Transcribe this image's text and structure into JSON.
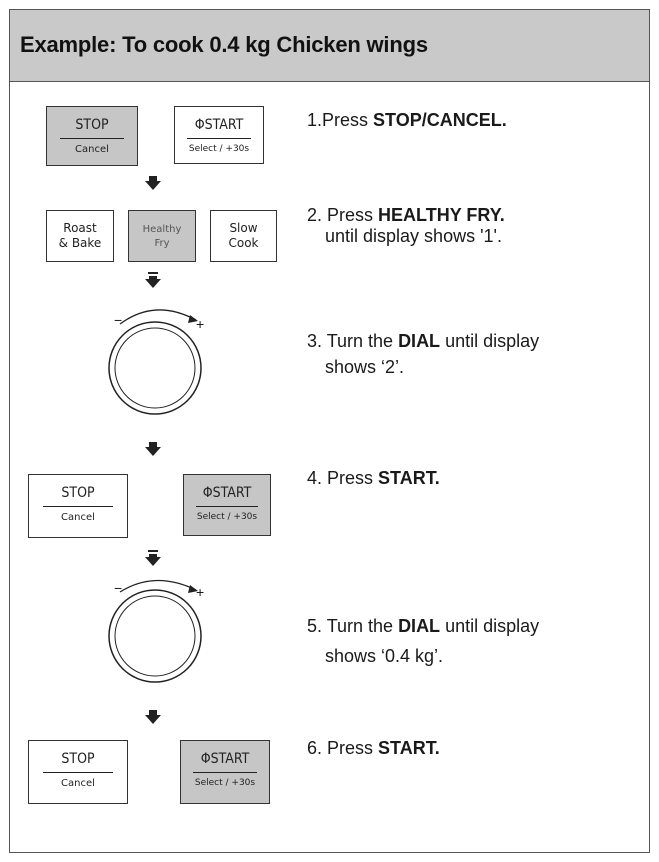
{
  "header": {
    "title": "Example: To cook 0.4 kg Chicken wings"
  },
  "buttons": {
    "stop_top": "STOP",
    "stop_bottom": "Cancel",
    "start_top": "ΦSTART",
    "start_bottom": "Select / +30s",
    "roast_line1": "Roast",
    "roast_line2": "& Bake",
    "healthy_line1": "Healthy",
    "healthy_line2": "Fry",
    "slow_line1": "Slow",
    "slow_line2": "Cook"
  },
  "dial": {
    "minus": "−",
    "plus": "+"
  },
  "steps": [
    {
      "pre": "1.Press ",
      "bold": "STOP/CANCEL.",
      "post": "",
      "line2": ""
    },
    {
      "pre": "2. Press ",
      "bold": "HEALTHY FRY.",
      "post": "",
      "line2": "until display  shows '1'."
    },
    {
      "pre": "3. Turn the ",
      "bold": "DIAL",
      "post": " until display",
      "line2": "shows ‘2’."
    },
    {
      "pre": "4. Press ",
      "bold": "START.",
      "post": "",
      "line2": ""
    },
    {
      "pre": "5. Turn the ",
      "bold": "DIAL",
      "post": " until display",
      "line2": "shows ‘0.4 kg’."
    },
    {
      "pre": "6. Press ",
      "bold": "START.",
      "post": "",
      "line2": ""
    }
  ],
  "colors": {
    "header_bg": "#c9c9c9",
    "lit_button": "#c6c6c6",
    "border": "#555555"
  },
  "icons": {
    "down_arrow": "down-arrow-icon",
    "double_down_arrow": "double-down-arrow-icon",
    "dial": "dial-knob-icon"
  }
}
